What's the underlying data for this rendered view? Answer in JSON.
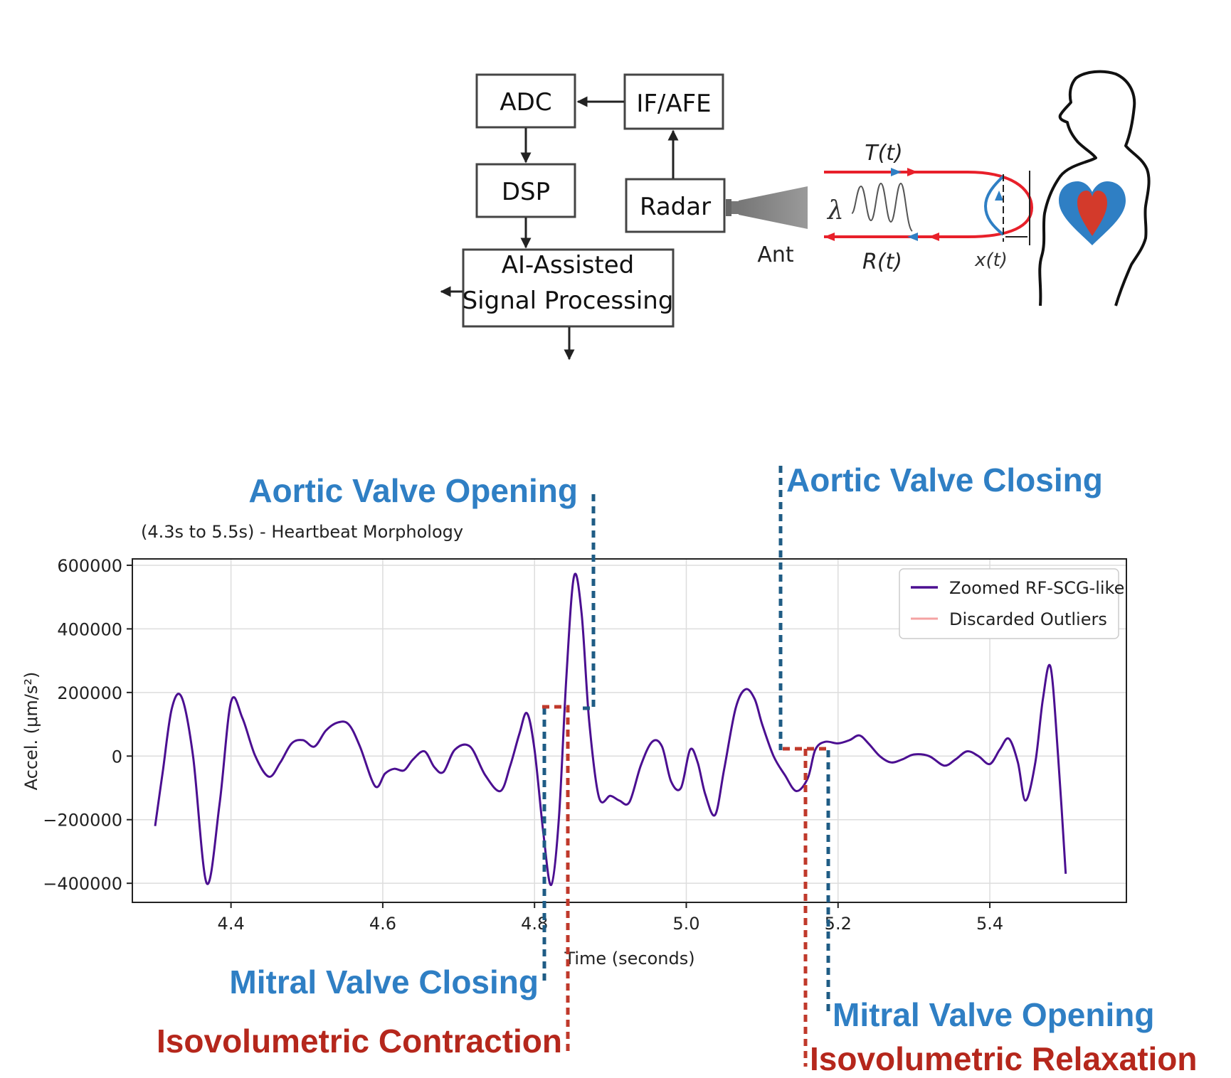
{
  "block_diagram": {
    "adc": "ADC",
    "if_afe": "IF/AFE",
    "dsp": "DSP",
    "radar": "Radar",
    "ai_line1": "AI-Assisted",
    "ai_line2": "Signal Processing",
    "ant": "Ant",
    "transmit": "T(t)",
    "receive": "R(t)",
    "lambda": "λ",
    "displacement": "x(t)"
  },
  "annotations": {
    "aortic_opening": "Aortic Valve Opening",
    "aortic_closing": "Aortic Valve Closing",
    "mitral_closing": "Mitral Valve Closing",
    "isovolumetric_contraction": "Isovolumetric Contraction",
    "mitral_opening": "Mitral Valve Opening",
    "isovolumetric_relaxation": "Isovolumetric Relaxation"
  },
  "colors": {
    "signal": "#4b0f91",
    "annotation_blue": "#2f7fc4",
    "annotation_red": "#b5271c",
    "wave_red": "#e8202a",
    "wave_blue": "#2f7fc4"
  },
  "chart_data": {
    "type": "line",
    "title": "(4.3s to 5.5s) - Heartbeat Morphology",
    "xlabel": "Time (seconds)",
    "ylabel": "Accel. (μm/s²)",
    "xlim": [
      4.27,
      5.58
    ],
    "ylim": [
      -460000,
      620000
    ],
    "xticks": [
      4.4,
      4.6,
      4.8,
      5.0,
      5.2,
      5.4
    ],
    "xtick_labels": [
      "4.4",
      "4.6",
      "4.8",
      "5.0",
      "5.2",
      "5.4"
    ],
    "yticks": [
      600000,
      400000,
      200000,
      0,
      -200000,
      -400000
    ],
    "ytick_labels": [
      "600000",
      "400000",
      "200000",
      "0",
      "−200000",
      "−400000"
    ],
    "grid": true,
    "legend_position": "top-right",
    "series": [
      {
        "name": "Zoomed RF-SCG-like",
        "color": "#4b0f91",
        "x": [
          4.3,
          4.31,
          4.322,
          4.335,
          4.35,
          4.368,
          4.385,
          4.4,
          4.415,
          4.432,
          4.45,
          4.465,
          4.48,
          4.495,
          4.51,
          4.525,
          4.54,
          4.555,
          4.57,
          4.59,
          4.603,
          4.615,
          4.628,
          4.64,
          4.655,
          4.668,
          4.68,
          4.695,
          4.715,
          4.735,
          4.755,
          4.768,
          4.78,
          4.79,
          4.8,
          4.812,
          4.822,
          4.832,
          4.842,
          4.852,
          4.862,
          4.872,
          4.885,
          4.9,
          4.912,
          4.925,
          4.94,
          4.955,
          4.968,
          4.98,
          4.993,
          5.005,
          5.015,
          5.025,
          5.038,
          5.05,
          5.065,
          5.078,
          5.09,
          5.1,
          5.115,
          5.13,
          5.145,
          5.16,
          5.17,
          5.183,
          5.2,
          5.215,
          5.228,
          5.24,
          5.255,
          5.27,
          5.285,
          5.3,
          5.32,
          5.34,
          5.355,
          5.37,
          5.385,
          5.4,
          5.413,
          5.425,
          5.437,
          5.447,
          5.46,
          5.47,
          5.48,
          5.49,
          5.5
        ],
        "y": [
          -220000,
          -50000,
          150000,
          185000,
          0,
          -400000,
          -150000,
          170000,
          120000,
          0,
          -65000,
          -20000,
          40000,
          50000,
          30000,
          80000,
          105000,
          100000,
          30000,
          -95000,
          -55000,
          -40000,
          -45000,
          -10000,
          15000,
          -35000,
          -50000,
          20000,
          30000,
          -60000,
          -110000,
          -30000,
          70000,
          135000,
          20000,
          -250000,
          -405000,
          -200000,
          250000,
          565000,
          450000,
          110000,
          -130000,
          -125000,
          -140000,
          -145000,
          -30000,
          45000,
          30000,
          -80000,
          -100000,
          20000,
          -20000,
          -120000,
          -185000,
          -40000,
          150000,
          210000,
          180000,
          100000,
          0,
          -60000,
          -110000,
          -70000,
          20000,
          45000,
          40000,
          50000,
          65000,
          40000,
          0,
          -20000,
          -10000,
          5000,
          0,
          -30000,
          -10000,
          15000,
          0,
          -25000,
          20000,
          55000,
          -20000,
          -140000,
          -20000,
          180000,
          280000,
          0,
          -370000
        ]
      },
      {
        "name": "Discarded Outliers",
        "color": "#f4a3a3",
        "x": [],
        "y": []
      }
    ]
  }
}
